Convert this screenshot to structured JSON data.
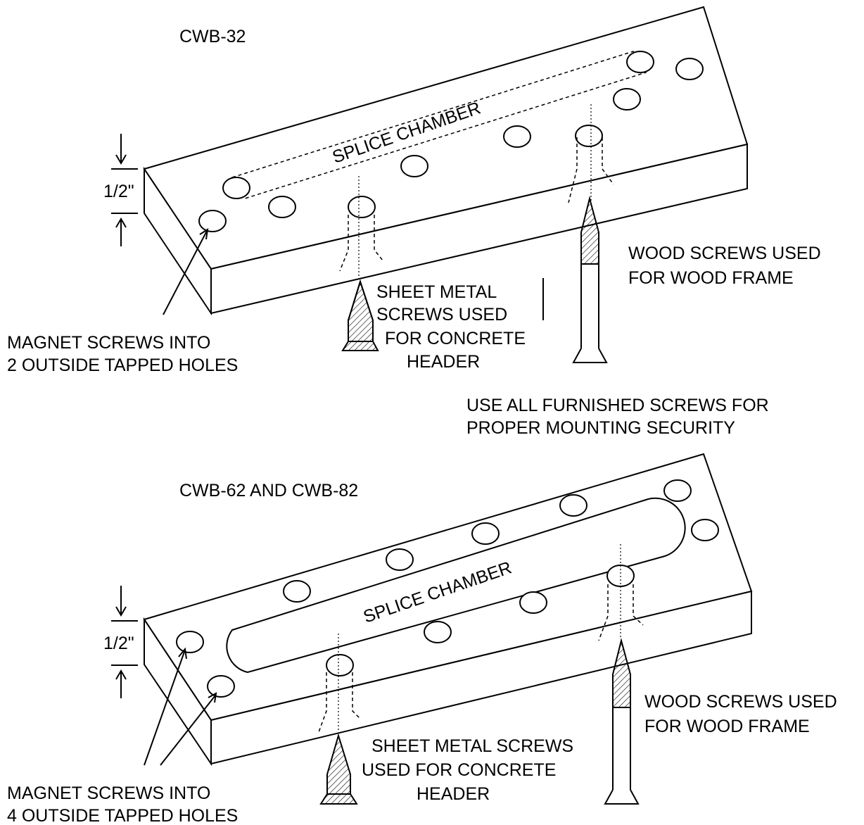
{
  "diagram_top": {
    "title": "CWB-32",
    "dimension": "1/2\"",
    "splice_label": "SPLICE CHAMBER",
    "magnet_label": [
      "MAGNET SCREWS INTO",
      "2 OUTSIDE TAPPED HOLES"
    ],
    "sheet_metal_label": [
      "SHEET METAL",
      "SCREWS USED",
      "FOR CONCRETE",
      "HEADER"
    ],
    "wood_label": [
      "WOOD SCREWS USED",
      "FOR WOOD FRAME"
    ]
  },
  "note": [
    "USE ALL FURNISHED SCREWS FOR",
    "PROPER MOUNTING SECURITY"
  ],
  "diagram_bottom": {
    "title": "CWB-62 AND CWB-82",
    "dimension": "1/2\"",
    "splice_label": "SPLICE CHAMBER",
    "magnet_label": [
      "MAGNET SCREWS INTO",
      "4 OUTSIDE TAPPED HOLES"
    ],
    "sheet_metal_label": [
      "SHEET METAL SCREWS",
      "USED FOR CONCRETE",
      "HEADER"
    ],
    "wood_label": [
      "WOOD SCREWS USED",
      "FOR WOOD FRAME"
    ]
  },
  "colors": {
    "line": "#000000",
    "background": "#ffffff"
  }
}
